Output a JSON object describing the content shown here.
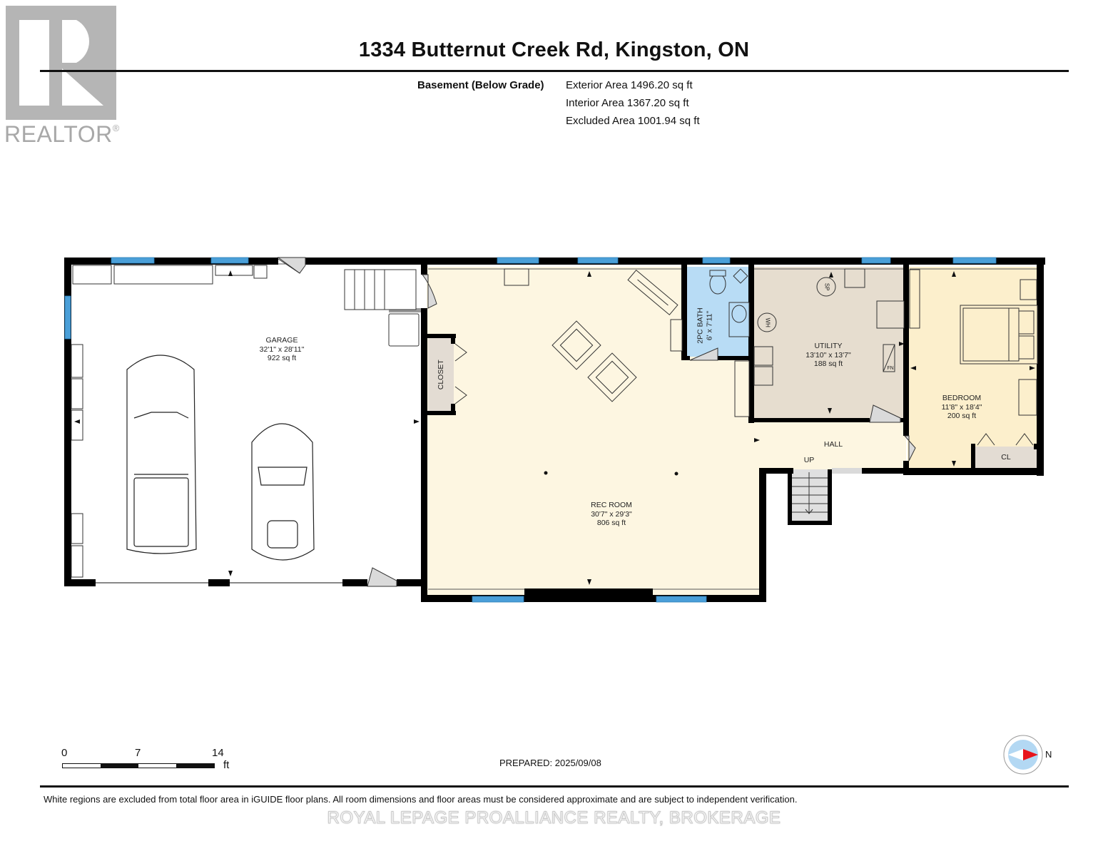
{
  "header": {
    "address": "1334 Butternut Creek Rd, Kingston, ON",
    "level": "Basement (Below Grade)",
    "areas": [
      "Exterior Area 1496.20 sq ft",
      "Interior Area 1367.20 sq ft",
      "Excluded Area 1001.94 sq ft"
    ]
  },
  "logo": {
    "text": "REALTOR",
    "mark": "®"
  },
  "rooms": {
    "garage": {
      "name": "GARAGE",
      "dims": "32'1\" x 28'11\"",
      "area": "922 sq ft"
    },
    "rec_room": {
      "name": "REC ROOM",
      "dims": "30'7\" x 29'3\"",
      "area": "806 sq ft"
    },
    "bath": {
      "name": "2PC BATH",
      "dims": "6' x 7'11\""
    },
    "utility": {
      "name": "UTILITY",
      "dims": "13'10\" x 13'7\"",
      "area": "188 sq ft"
    },
    "bedroom": {
      "name": "BEDROOM",
      "dims": "11'8\" x 18'4\"",
      "area": "200 sq ft"
    },
    "closet": {
      "name": "CLOSET"
    },
    "cl": {
      "name": "CL"
    },
    "hall": {
      "name": "HALL"
    },
    "up": {
      "name": "UP"
    }
  },
  "fixtures": {
    "water_heater": "WH",
    "sump_pump": "SP",
    "furnace": "FN"
  },
  "colors": {
    "wall": "#000000",
    "window": "#4a9fd8",
    "rec_fill": "#fdf6e1",
    "bath_fill": "#b8dcf5",
    "utility_fill": "#e6ddcf",
    "bedroom_fill": "#fcefcc",
    "closet_fill": "#e3dcd3",
    "door_swing": "#d9d9d9",
    "compass_fill": "#b3d8f3",
    "compass_arrow": "#e8141b"
  },
  "scale": {
    "ticks": [
      "0",
      "7",
      "14"
    ],
    "unit": "ft"
  },
  "compass": {
    "label": "N"
  },
  "footer": {
    "prepared": "PREPARED: 2025/09/08",
    "disclaimer": "White regions are excluded from total floor area in iGUIDE floor plans. All room dimensions and floor areas must be considered approximate and are subject to independent verification.",
    "brokerage": "ROYAL LEPAGE PROALLIANCE REALTY, BROKERAGE"
  }
}
